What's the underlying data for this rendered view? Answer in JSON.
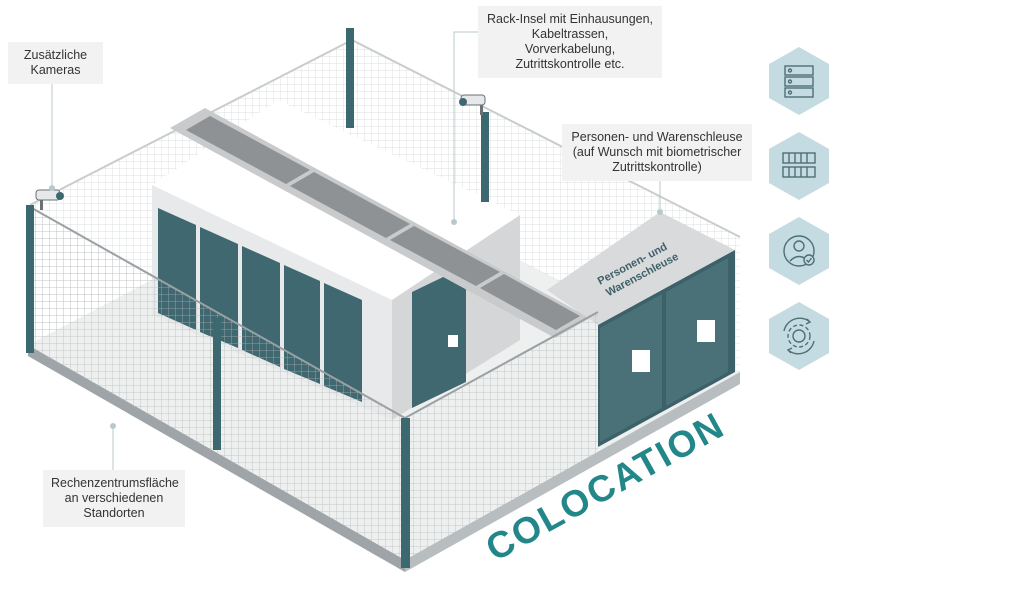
{
  "callouts": {
    "cameras": "Zusätzliche\nKameras",
    "rack_island": "Rack-Insel mit Einhausungen,\nKabeltrassen, Vorverkabelung,\nZutrittskontrolle etc.",
    "airlock": "Personen- und Warenschleuse\n(auf Wunsch mit biometrischer\nZutrittskontrolle)",
    "area": "Rechenzentrumsfläche\nan verschiedenen\nStandorten"
  },
  "building": {
    "airlock_roof_label_line1": "Personen- und",
    "airlock_roof_label_line2": "Warenschleuse",
    "big_title": "COLOCATION"
  },
  "features": [
    {
      "icon": "server-rack-icon",
      "label": ""
    },
    {
      "icon": "network-switch-icon",
      "label": ""
    },
    {
      "icon": "user-check-icon",
      "label": ""
    },
    {
      "icon": "gear-cycle-icon",
      "label": ""
    }
  ],
  "colors": {
    "hex_fill": "#c5dbe2",
    "icon_stroke": "#4f6f78",
    "panel_teal": "#3f6870",
    "title_teal": "#23878a",
    "building_grey": "#d9dadb",
    "fence_grey": "#9aa0a3",
    "post_teal": "#3c6870"
  }
}
